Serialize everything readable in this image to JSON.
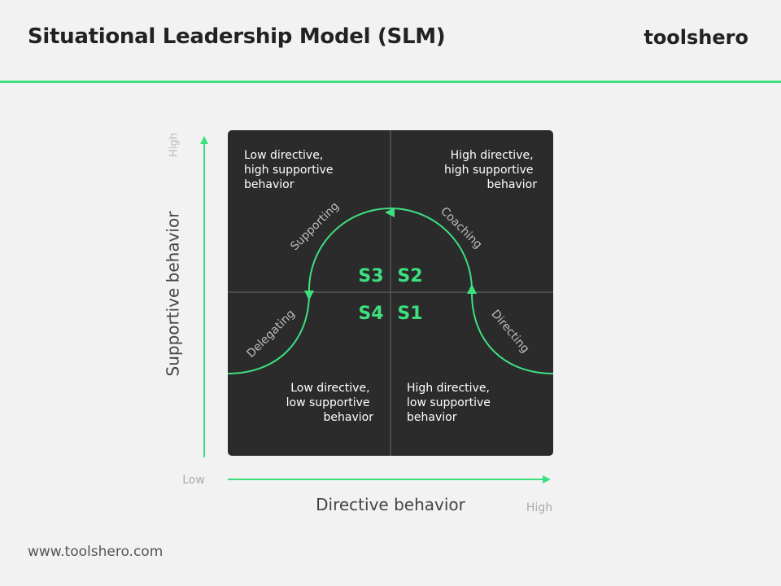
{
  "header": {
    "title": "Situational Leadership Model (SLM)",
    "brand": "toolshero"
  },
  "footer": {
    "url": "www.toolshero.com"
  },
  "axes": {
    "y_label": "Supportive behavior",
    "y_high": "High",
    "x_label": "Directive behavior",
    "x_low": "Low",
    "x_high": "High"
  },
  "quadrants": {
    "top_left": [
      "Low directive,",
      "high supportive",
      "behavior"
    ],
    "top_right": [
      "High directive,",
      "high supportive",
      "behavior"
    ],
    "bottom_left": [
      "Low directive,",
      "low supportive",
      "behavior"
    ],
    "bottom_right": [
      "High directive,",
      "low supportive",
      "behavior"
    ]
  },
  "styles": {
    "s1": "S1",
    "s2": "S2",
    "s3": "S3",
    "s4": "S4"
  },
  "curve_labels": {
    "directing": "Directing",
    "coaching": "Coaching",
    "supporting": "Supporting",
    "delegating": "Delegating"
  },
  "colors": {
    "accent": "#3de07f",
    "panel": "#2b2b2b",
    "background": "#f2f2f2"
  }
}
